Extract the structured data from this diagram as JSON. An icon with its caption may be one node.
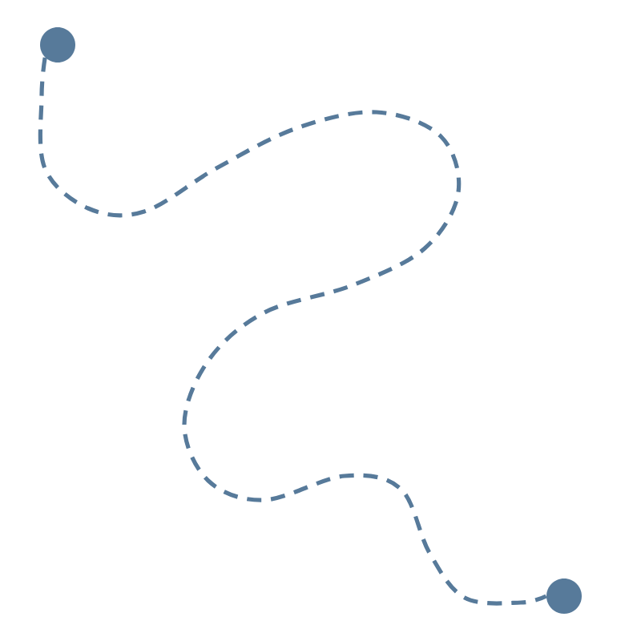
{
  "diagram": {
    "nodes": [
      {
        "text": [],
        "shape": "circle"
      },
      {
        "text": [],
        "shape": "circle"
      }
    ],
    "edges": [
      {
        "from": 0,
        "to": 1,
        "arrow": "none",
        "style": "dashed"
      }
    ]
  }
}
